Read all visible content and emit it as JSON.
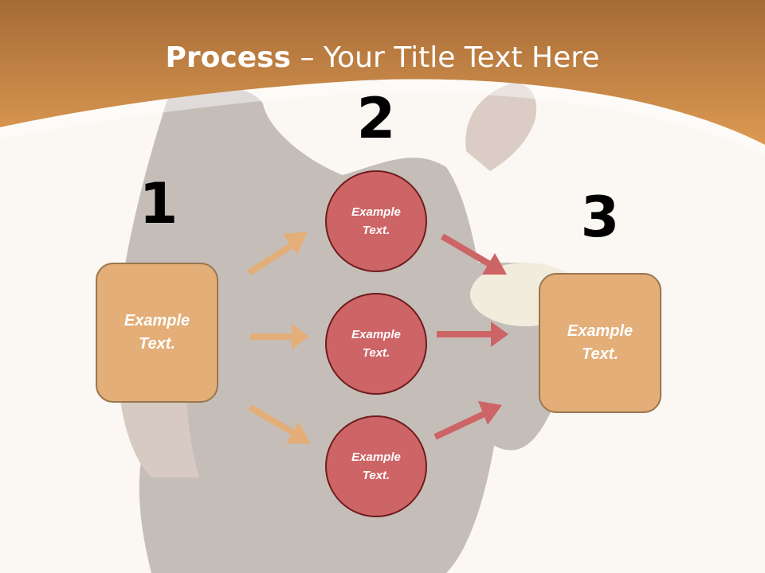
{
  "title": {
    "bold": "Process",
    "rest": " – Your Title Text Here"
  },
  "steps": [
    {
      "number": "1",
      "label": [
        "Example",
        "Text."
      ]
    },
    {
      "number": "2",
      "label": [
        "Example",
        "Text."
      ]
    },
    {
      "number": "3",
      "label": [
        "Example",
        "Text."
      ]
    }
  ],
  "middle_nodes": [
    {
      "label": [
        "Example",
        "Text."
      ]
    },
    {
      "label": [
        "Example",
        "Text."
      ]
    },
    {
      "label": [
        "Example",
        "Text."
      ]
    }
  ],
  "colors": {
    "header": "#d4914a",
    "box_fill": "#e3ae78",
    "circle_fill": "#cd6466",
    "arrow_left": "#e3ae78",
    "arrow_right": "#cd6466"
  }
}
